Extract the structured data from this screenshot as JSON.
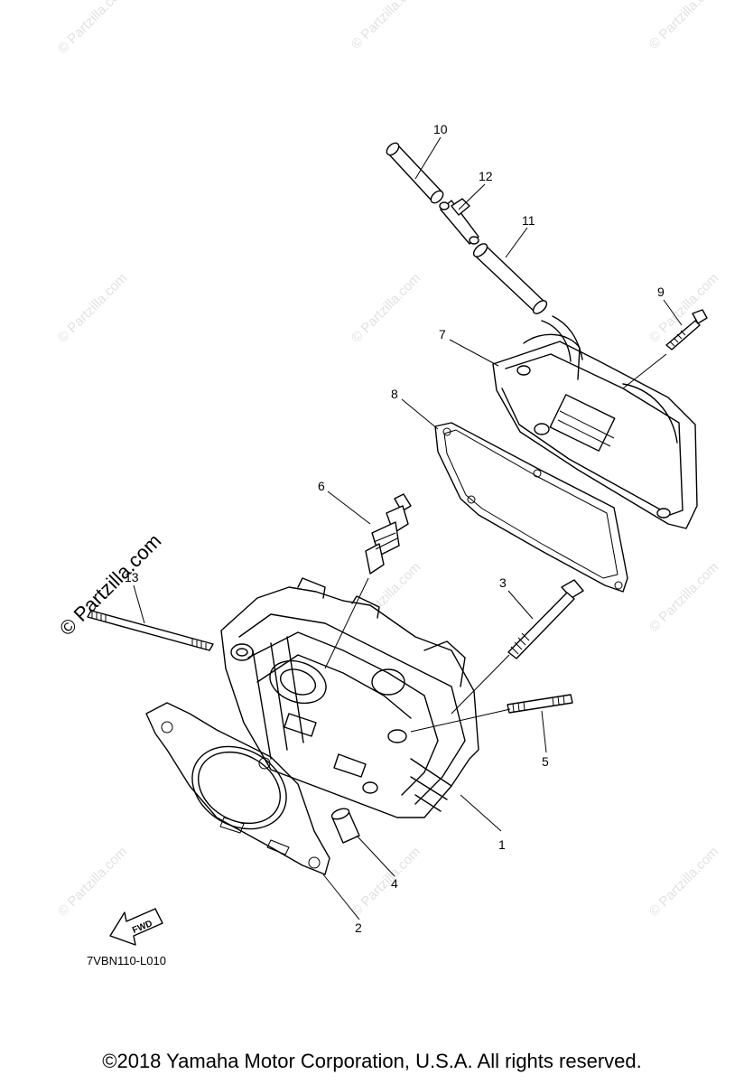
{
  "diagram": {
    "callouts": [
      "1",
      "2",
      "3",
      "4",
      "5",
      "6",
      "7",
      "8",
      "9",
      "10",
      "11",
      "12",
      "13"
    ],
    "fwd_label": "FWD",
    "drawing_code": "7VBN110-L010",
    "watermark": "© Partzilla.com",
    "watermark_big": "© Partzilla.com",
    "copyright": "©2018  Yamaha Motor Corporation, U.S.A. All rights reserved."
  }
}
